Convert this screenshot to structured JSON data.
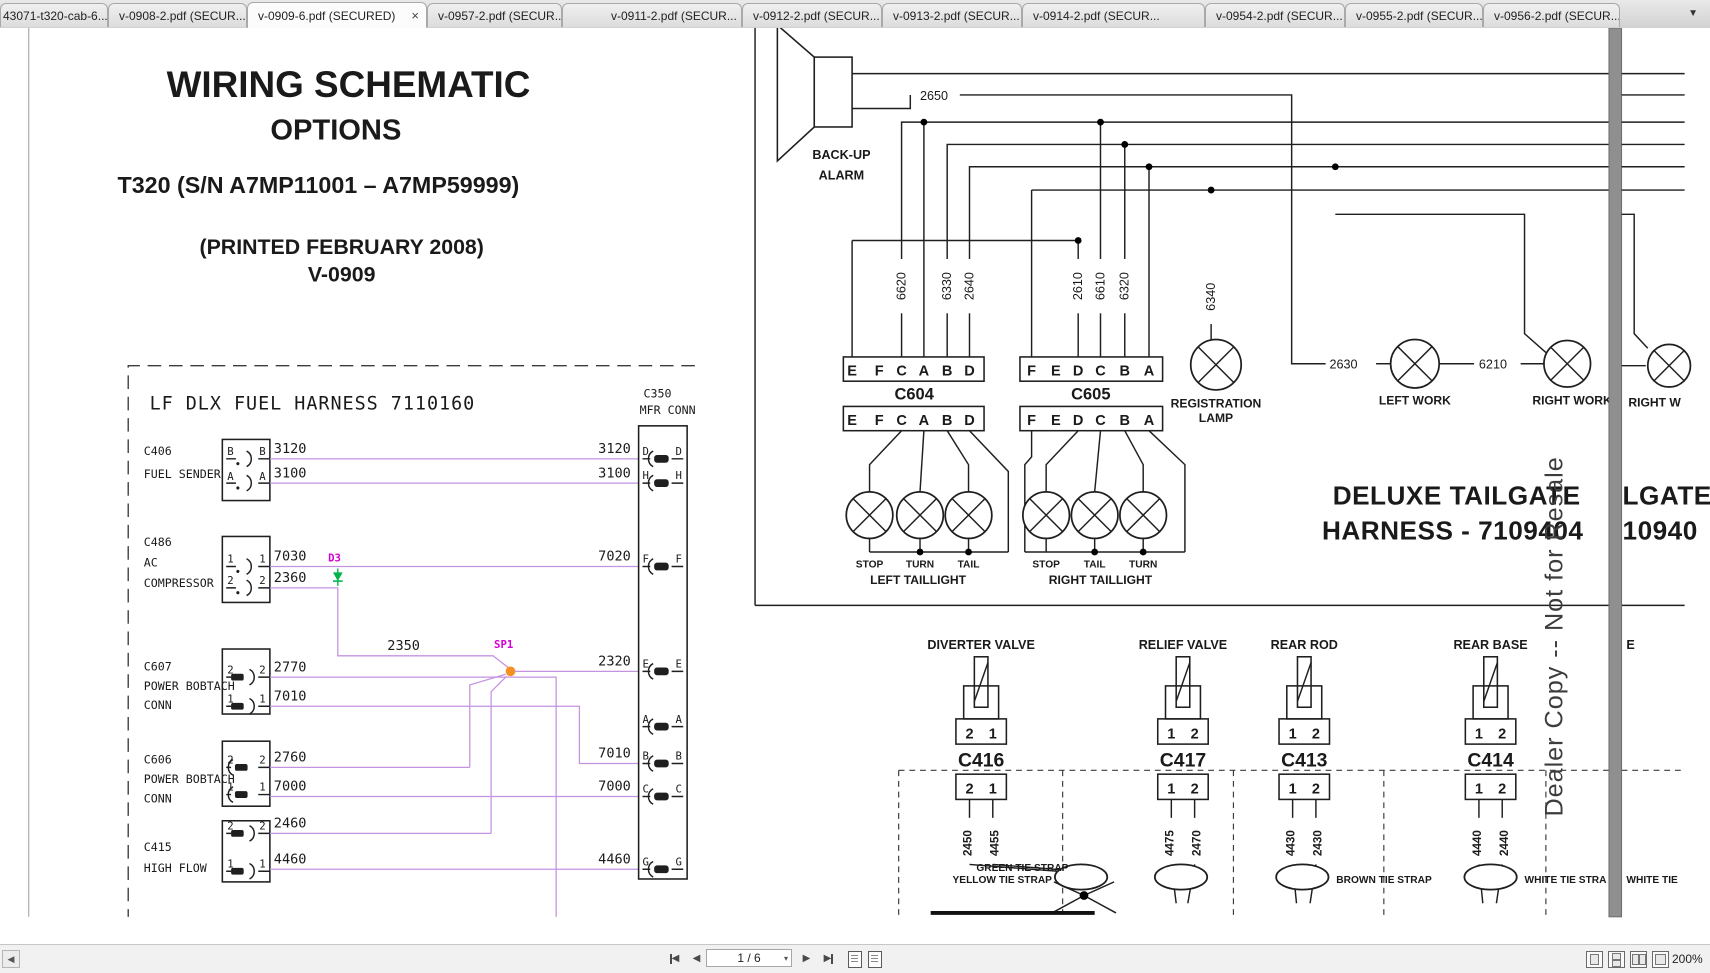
{
  "tabs": [
    {
      "label": "43071-t320-cab-6...."
    },
    {
      "label": "v-0908-2.pdf (SECUR..."
    },
    {
      "label": "v-0909-6.pdf (SECURED)"
    },
    {
      "label": "v-0957-2.pdf (SECUR..."
    },
    {
      "label": "v-0911-2.pdf (SECUR..."
    },
    {
      "label": "v-0912-2.pdf (SECUR..."
    },
    {
      "label": "v-0913-2.pdf (SECUR..."
    },
    {
      "label": "v-0914-2.pdf (SECUR..."
    },
    {
      "label": "v-0954-2.pdf (SECUR..."
    },
    {
      "label": "v-0955-2.pdf (SECUR..."
    },
    {
      "label": "v-0956-2.pdf (SECUR..."
    }
  ],
  "active_close": "×",
  "tab_overflow": "▼",
  "doc": {
    "t1": "WIRING SCHEMATIC",
    "t2": "OPTIONS",
    "t3": "T320 (S/N A7MP11001 – A7MP59999)",
    "t4": "(PRINTED FEBRUARY 2008)",
    "t5": "V-0909"
  },
  "lp": {
    "title": "LF DLX FUEL HARNESS 7110160",
    "c406": {
      "id": "C406",
      "name": "FUEL SENDER",
      "pb": "B",
      "pa": "A"
    },
    "c486": {
      "id": "C486",
      "n1": "AC",
      "n2": "COMPRESSOR",
      "p1": "1",
      "p2": "2"
    },
    "c607": {
      "id": "C607",
      "n1": "POWER BOBTACH",
      "n2": "CONN",
      "p1": "1",
      "p2": "2"
    },
    "c606": {
      "id": "C606",
      "n1": "POWER BOBTACH",
      "n2": "CONN",
      "p1": "1",
      "p2": "2"
    },
    "c415": {
      "id": "C415",
      "n1": "HIGH FLOW",
      "p1": "1",
      "p2": "2"
    },
    "c350": {
      "id": "C350",
      "sub": "MFR CONN",
      "pins": [
        "D",
        "H",
        "F",
        "E",
        "A",
        "B",
        "C",
        "G"
      ]
    },
    "w": {
      "3120": "3120",
      "3100": "3100",
      "7030": "7030",
      "7020": "7020",
      "2360": "2360",
      "2350": "2350",
      "2320": "2320",
      "2770": "2770",
      "7010": "7010",
      "2760": "2760",
      "7000": "7000",
      "2460": "2460",
      "4460": "4460"
    },
    "d3": "D3",
    "sp1": "SP1"
  },
  "rp": {
    "alarm1": "BACK-UP",
    "alarm2": "ALARM",
    "w2650": "2650",
    "w2630": "2630",
    "w6210": "6210",
    "w6340": "6340",
    "c604": {
      "id": "C604",
      "pins": [
        "E",
        "F",
        "C",
        "A",
        "B",
        "D"
      ],
      "risers": [
        "6620",
        "6330",
        "2640"
      ]
    },
    "c605": {
      "id": "C605",
      "pins": [
        "F",
        "E",
        "D",
        "C",
        "B",
        "A"
      ],
      "risers": [
        "2610",
        "6610",
        "6320"
      ]
    },
    "reg1": "REGISTRATION",
    "reg2": "LAMP",
    "lwork": "LEFT WORK",
    "rwork": "RIGHT WORK",
    "rwork2": "RIGHT W",
    "tll": {
      "t": "LEFT TAILLIGHT",
      "l": [
        "STOP",
        "TURN",
        "TAIL"
      ]
    },
    "tlr": {
      "t": "RIGHT TAILLIGHT",
      "l": [
        "STOP",
        "TAIL",
        "TURN"
      ]
    },
    "dx1": "DELUXE TAILGATE",
    "dx2": "HARNESS - 7109404",
    "dxf1": "LGATE",
    "dxf2": "10940",
    "dxf3": "E",
    "dealer": "Dealer Copy -- Not for Resale"
  },
  "valves": [
    {
      "name": "DIVERTER VALVE",
      "conn": "C416",
      "pins": [
        "2",
        "1"
      ],
      "wires": [
        "2450",
        "4455"
      ]
    },
    {
      "name": "RELIEF VALVE",
      "conn": "C417",
      "pins": [
        "1",
        "2"
      ],
      "wires": [
        "4475",
        "2470"
      ]
    },
    {
      "name": "REAR ROD",
      "conn": "C413",
      "pins": [
        "1",
        "2"
      ],
      "wires": [
        "4430",
        "2430"
      ]
    },
    {
      "name": "REAR BASE",
      "conn": "C414",
      "pins": [
        "1",
        "2"
      ],
      "wires": [
        "4440",
        "2440"
      ]
    }
  ],
  "ties": {
    "y": "YELLOW TIE STRAP",
    "g": "GREEN TIE STRAP",
    "b": "BROWN TIE STRAP",
    "w1": "WHITE TIE STRA",
    "w2": "WHITE TIE"
  },
  "sb": {
    "page": "1 / 6",
    "zoom": "200%"
  }
}
